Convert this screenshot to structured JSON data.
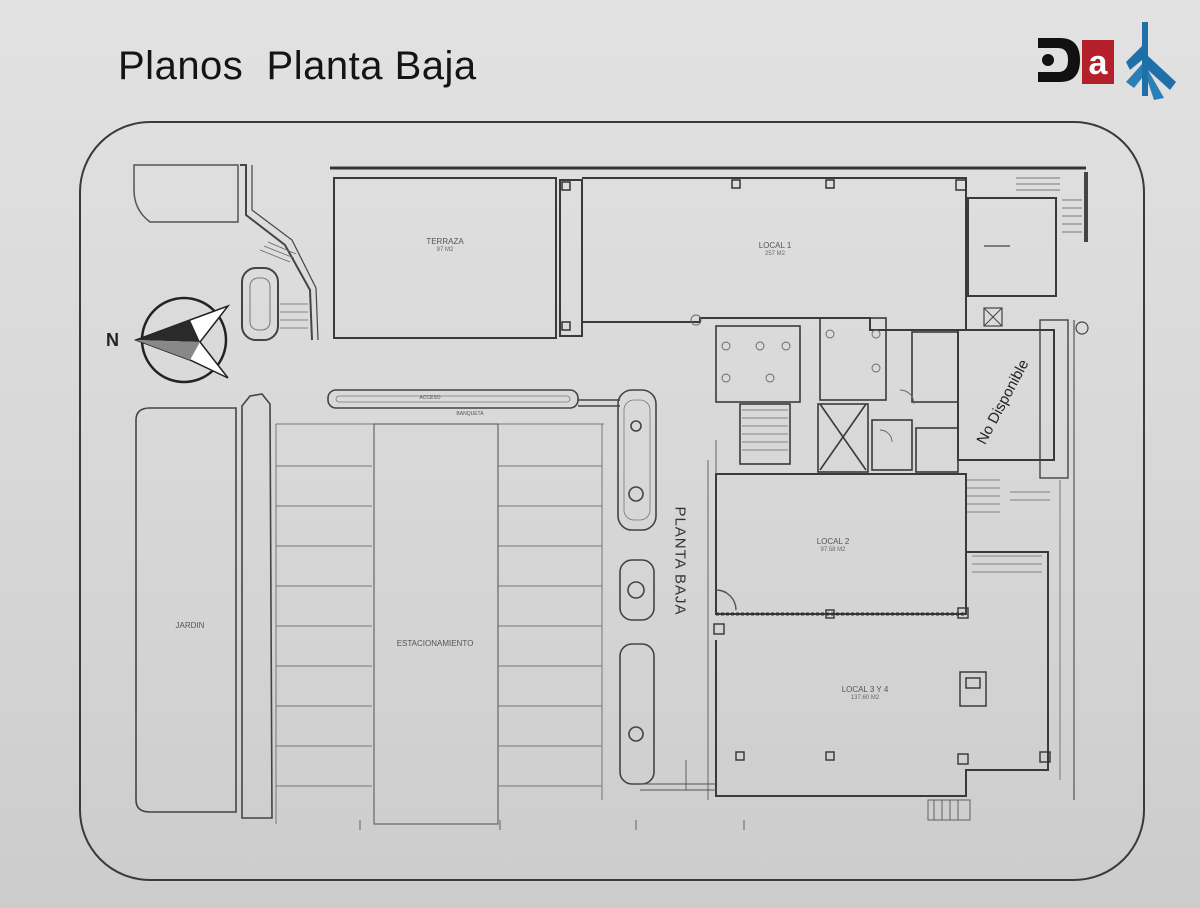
{
  "slide": {
    "title": "Planos  Planta Baja",
    "logo_text": "a",
    "logo_icon": "shell-fan-icon"
  },
  "plan": {
    "north_label": "N",
    "floor_label": "PLANTA BAJA",
    "unavailable_note": "No Disponible",
    "rooms": {
      "terraza": {
        "name": "TERRAZA",
        "area": "97 m2"
      },
      "local1": {
        "name": "LOCAL 1",
        "area": "257 m2"
      },
      "local2": {
        "name": "LOCAL 2",
        "area": "97.58 m2"
      },
      "local34": {
        "name": "LOCAL 3 y 4",
        "area": "137.60 m2"
      },
      "jardin": {
        "name": "JARDIN"
      },
      "estacionamiento": {
        "name": "ESTACIONAMIENTO"
      },
      "acceso": {
        "name": "ACCESO"
      },
      "banqueta": {
        "name": "BANQUETA"
      }
    }
  },
  "colors": {
    "line": "#3a3a3a",
    "light_line": "#8a8a8a",
    "logo_red": "#b3202a",
    "logo_blue": "#1f6fa8"
  }
}
